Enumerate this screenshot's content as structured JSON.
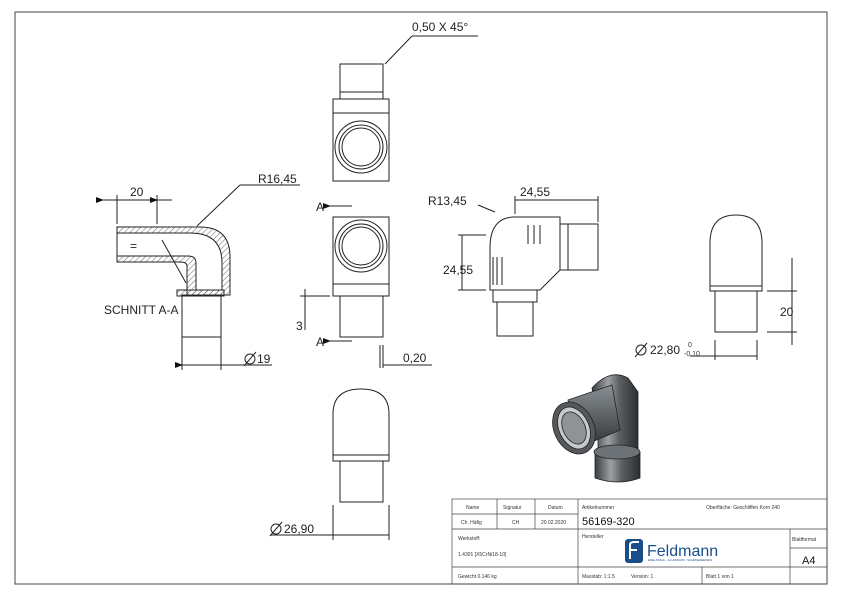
{
  "dimensions": {
    "chamfer": "0,50 X 45°",
    "top_width": "20",
    "radius_left": "R16,45",
    "section_label": "SCHNITT A-A",
    "diam_19": "19",
    "section_mark_top": "A",
    "section_mark_bottom": "A",
    "dim_3": "3",
    "dim_020": "0,20",
    "radius_iso": "R13,45",
    "iso_w": "24,55",
    "iso_h": "24,55",
    "dim_20_right": "20",
    "diam_2280": "22,80",
    "tol_upper": "0",
    "tol_lower": "-0,10",
    "diam_2690": "26,90",
    "equal_sign": "="
  },
  "title_block": {
    "col_name": "Name",
    "col_signatur": "Signatur",
    "col_datum": "Datum",
    "row_name": "Ch. Häfig",
    "row_sig": "CH",
    "row_date": "20.02.2020",
    "artikel_label": "Artikelnummer",
    "artikel_value": "56169-320",
    "oberflaeche": "Oberfläche: Geschliffen Korn 240",
    "hersteller_label": "Hersteller",
    "brand": "Feldmann",
    "brand_tagline": "EDELSTAHL · ALUMINIUM · SCHMIEDEEISEN",
    "werkstoff_label": "Werkstoff:",
    "werkstoff_value": "1.4301 [X5CrNi18-10]",
    "blattformat_label": "Blattformat",
    "blattformat_value": "A4",
    "gewicht": "Gewicht 0.146 kg",
    "massstab": "Masstab: 1:1.5",
    "version": "Version: 1",
    "blatt": "Blatt 1 von 1"
  }
}
